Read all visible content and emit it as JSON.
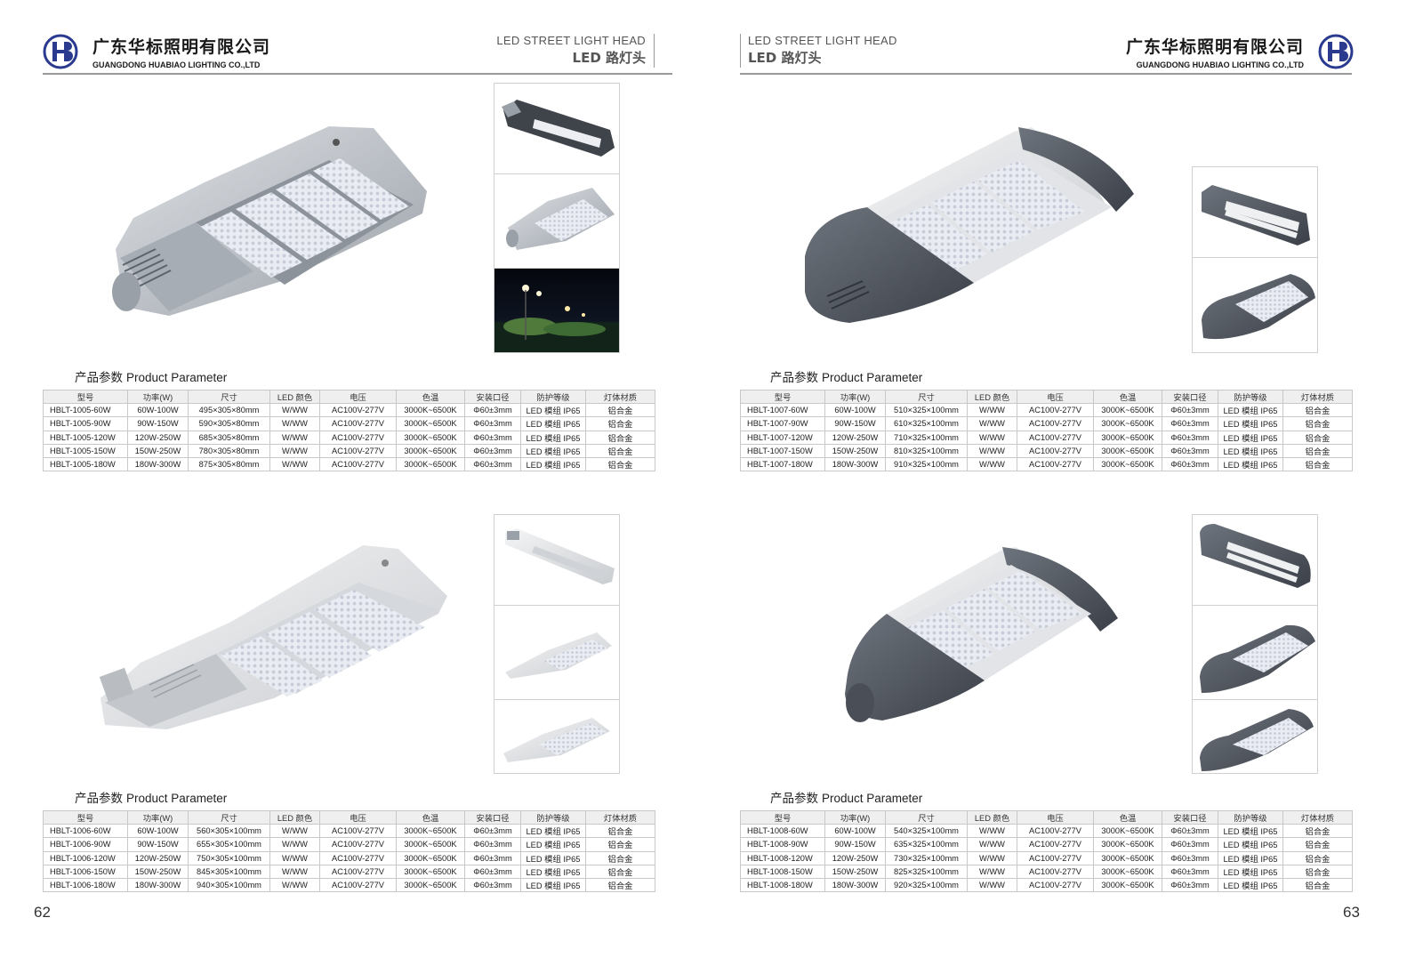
{
  "company": {
    "name_cn": "广东华标照明有限公司",
    "name_en": "GUANGDONG HUABIAO LIGHTING CO.,LTD"
  },
  "section": {
    "title_en": "LED STREET LIGHT HEAD",
    "title_cn": "LED 路灯头"
  },
  "param_heading": {
    "cn": "产品参数",
    "en": "Product Parameter"
  },
  "columns": [
    "型号",
    "功率(W)",
    "尺寸",
    "LED 颜色",
    "电压",
    "色温",
    "安装口径",
    "防护等级",
    "灯体材质"
  ],
  "colors": {
    "rule": "#9a9a9a",
    "table_header_bg": "#efefef",
    "logo": "#2a3a8f"
  },
  "pages": [
    {
      "number": "62",
      "products": [
        {
          "rows": [
            [
              "HBLT-1005-60W",
              "60W-100W",
              "495×305×80mm",
              "W/WW",
              "AC100V-277V",
              "3000K~6500K",
              "Φ60±3mm",
              "LED 模组 IP65",
              "铝合金"
            ],
            [
              "HBLT-1005-90W",
              "90W-150W",
              "590×305×80mm",
              "W/WW",
              "AC100V-277V",
              "3000K~6500K",
              "Φ60±3mm",
              "LED 模组 IP65",
              "铝合金"
            ],
            [
              "HBLT-1005-120W",
              "120W-250W",
              "685×305×80mm",
              "W/WW",
              "AC100V-277V",
              "3000K~6500K",
              "Φ60±3mm",
              "LED 模组 IP65",
              "铝合金"
            ],
            [
              "HBLT-1005-150W",
              "150W-250W",
              "780×305×80mm",
              "W/WW",
              "AC100V-277V",
              "3000K~6500K",
              "Φ60±3mm",
              "LED 模组 IP65",
              "铝合金"
            ],
            [
              "HBLT-1005-180W",
              "180W-300W",
              "875×305×80mm",
              "W/WW",
              "AC100V-277V",
              "3000K~6500K",
              "Φ60±3mm",
              "LED 模组 IP65",
              "铝合金"
            ]
          ]
        },
        {
          "rows": [
            [
              "HBLT-1006-60W",
              "60W-100W",
              "560×305×100mm",
              "W/WW",
              "AC100V-277V",
              "3000K~6500K",
              "Φ60±3mm",
              "LED 模组 IP65",
              "铝合金"
            ],
            [
              "HBLT-1006-90W",
              "90W-150W",
              "655×305×100mm",
              "W/WW",
              "AC100V-277V",
              "3000K~6500K",
              "Φ60±3mm",
              "LED 模组 IP65",
              "铝合金"
            ],
            [
              "HBLT-1006-120W",
              "120W-250W",
              "750×305×100mm",
              "W/WW",
              "AC100V-277V",
              "3000K~6500K",
              "Φ60±3mm",
              "LED 模组 IP65",
              "铝合金"
            ],
            [
              "HBLT-1006-150W",
              "150W-250W",
              "845×305×100mm",
              "W/WW",
              "AC100V-277V",
              "3000K~6500K",
              "Φ60±3mm",
              "LED 模组 IP65",
              "铝合金"
            ],
            [
              "HBLT-1006-180W",
              "180W-300W",
              "940×305×100mm",
              "W/WW",
              "AC100V-277V",
              "3000K~6500K",
              "Φ60±3mm",
              "LED 模组 IP65",
              "铝合金"
            ]
          ]
        }
      ]
    },
    {
      "number": "63",
      "products": [
        {
          "rows": [
            [
              "HBLT-1007-60W",
              "60W-100W",
              "510×325×100mm",
              "W/WW",
              "AC100V-277V",
              "3000K~6500K",
              "Φ60±3mm",
              "LED 模组 IP65",
              "铝合金"
            ],
            [
              "HBLT-1007-90W",
              "90W-150W",
              "610×325×100mm",
              "W/WW",
              "AC100V-277V",
              "3000K~6500K",
              "Φ60±3mm",
              "LED 模组 IP65",
              "铝合金"
            ],
            [
              "HBLT-1007-120W",
              "120W-250W",
              "710×325×100mm",
              "W/WW",
              "AC100V-277V",
              "3000K~6500K",
              "Φ60±3mm",
              "LED 模组 IP65",
              "铝合金"
            ],
            [
              "HBLT-1007-150W",
              "150W-250W",
              "810×325×100mm",
              "W/WW",
              "AC100V-277V",
              "3000K~6500K",
              "Φ60±3mm",
              "LED 模组 IP65",
              "铝合金"
            ],
            [
              "HBLT-1007-180W",
              "180W-300W",
              "910×325×100mm",
              "W/WW",
              "AC100V-277V",
              "3000K~6500K",
              "Φ60±3mm",
              "LED 模组 IP65",
              "铝合金"
            ]
          ]
        },
        {
          "rows": [
            [
              "HBLT-1008-60W",
              "60W-100W",
              "540×325×100mm",
              "W/WW",
              "AC100V-277V",
              "3000K~6500K",
              "Φ60±3mm",
              "LED 模组 IP65",
              "铝合金"
            ],
            [
              "HBLT-1008-90W",
              "90W-150W",
              "635×325×100mm",
              "W/WW",
              "AC100V-277V",
              "3000K~6500K",
              "Φ60±3mm",
              "LED 模组 IP65",
              "铝合金"
            ],
            [
              "HBLT-1008-120W",
              "120W-250W",
              "730×325×100mm",
              "W/WW",
              "AC100V-277V",
              "3000K~6500K",
              "Φ60±3mm",
              "LED 模组 IP65",
              "铝合金"
            ],
            [
              "HBLT-1008-150W",
              "150W-250W",
              "825×325×100mm",
              "W/WW",
              "AC100V-277V",
              "3000K~6500K",
              "Φ60±3mm",
              "LED 模组 IP65",
              "铝合金"
            ],
            [
              "HBLT-1008-180W",
              "180W-300W",
              "920×325×100mm",
              "W/WW",
              "AC100V-277V",
              "3000K~6500K",
              "Φ60±3mm",
              "LED 模组 IP65",
              "铝合金"
            ]
          ]
        }
      ]
    }
  ]
}
